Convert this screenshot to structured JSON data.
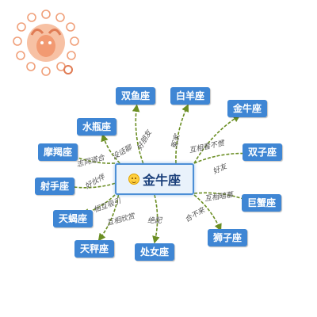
{
  "center": "金牛座",
  "nodes": [
    {
      "id": "shuangyu",
      "label": "双鱼座",
      "relation": "好朋友"
    },
    {
      "id": "baiyang",
      "label": "白羊座",
      "relation": "冤家"
    },
    {
      "id": "jinniu",
      "label": "金牛座",
      "relation": "互相看不惯"
    },
    {
      "id": "shuangzi",
      "label": "双子座",
      "relation": "好友"
    },
    {
      "id": "juxie",
      "label": "巨蟹座",
      "relation": "互相暗慕"
    },
    {
      "id": "shizi",
      "label": "狮子座",
      "relation": "合不来"
    },
    {
      "id": "chunv",
      "label": "处女座",
      "relation": "绝配"
    },
    {
      "id": "tiancheng",
      "label": "天秤座",
      "relation": "互相欣赏"
    },
    {
      "id": "tianxie",
      "label": "天蝎座",
      "relation": "相互吸引"
    },
    {
      "id": "sheshou",
      "label": "射手座",
      "relation": "好伙伴"
    },
    {
      "id": "mojie",
      "label": "摩羯座",
      "relation": "志同道合"
    },
    {
      "id": "shuiping",
      "label": "水瓶座",
      "relation": "没话聊"
    }
  ],
  "colors": {
    "node": "#3f86d4",
    "arrow": "#6b8e23",
    "logo": "#f0a07a"
  },
  "icons": {
    "logo": "taurus-emblem-icon",
    "center": "smiley-icon"
  }
}
